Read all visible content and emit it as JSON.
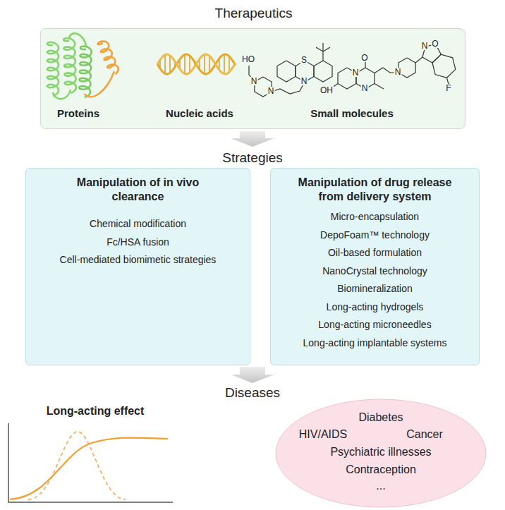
{
  "diagram": {
    "nodes": [
      {
        "text": [
          "Therapeutics",
          "Proteins",
          "Nucleic acids",
          "Small molecules"
        ]
      },
      {
        "text": [
          "Manipulation of in vivo clearance",
          "Chemical modification",
          "Fc/HSA fusion",
          "Cell-mediated biomimetic strategies"
        ]
      },
      {
        "text": [
          "Manipulation of drug release from delivery system",
          "Micro-encapsulation",
          "DepoFoam™ technology",
          "Oil-based formulation",
          "NanoCrystal technology",
          "Biomineralization",
          "Long-acting hydrogels",
          "Long-acting microneedles",
          "Long-acting implantable systems"
        ]
      },
      {
        "text": [
          "Diabetes",
          "HIV/AIDS",
          "Cancer",
          "Psychiatric illnesses",
          "Contraception",
          "..."
        ]
      }
    ],
    "labels": [
      "HO",
      "N",
      "N",
      "S",
      "N",
      "O",
      "N",
      "N",
      "OH",
      "N",
      "N",
      "O",
      "F",
      "Strategies",
      "Diseases",
      "Long-acting effect"
    ]
  }
}
